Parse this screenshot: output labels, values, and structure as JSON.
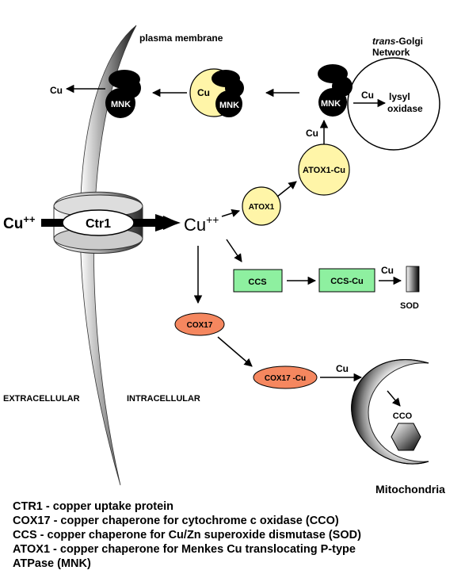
{
  "labels": {
    "plasma_membrane": "plasma membrane",
    "tgn_italic": "trans",
    "tgn_rest": "-Golgi",
    "tgn_line2": "Network",
    "lysyl": "lysyl",
    "oxidase": "oxidase",
    "cu": "Cu",
    "mnk": "MNK",
    "atox1": "ATOX1",
    "atox1_cu": "ATOX1-Cu",
    "ccs": "CCS",
    "ccs_cu": "CCS-Cu",
    "sod": "SOD",
    "cox17": "COX17",
    "cox17_cu": "COX17 -Cu",
    "cco": "CCO",
    "mitochondria": "Mitochondria",
    "ctr1": "Ctr1",
    "cu_ext": "Cu",
    "cu_ext_sup": "++",
    "cu_int": "Cu",
    "cu_int_sup": "++",
    "extracellular": "EXTRACELLULAR",
    "intracellular": "INTRACELLULAR"
  },
  "legend": [
    "CTR1 - copper uptake protein",
    "COX17 - copper chaperone for cytochrome c oxidase (CCO)",
    "CCS - copper chaperone for Cu/Zn superoxide dismutase (SOD)",
    "ATOX1 - copper chaperone for Menkes Cu translocating P-type",
    "ATPase (MNK)"
  ],
  "colors": {
    "yellow": "#fff5a8",
    "green": "#8ef0a0",
    "salmon": "#f5875f",
    "black": "#000000"
  }
}
